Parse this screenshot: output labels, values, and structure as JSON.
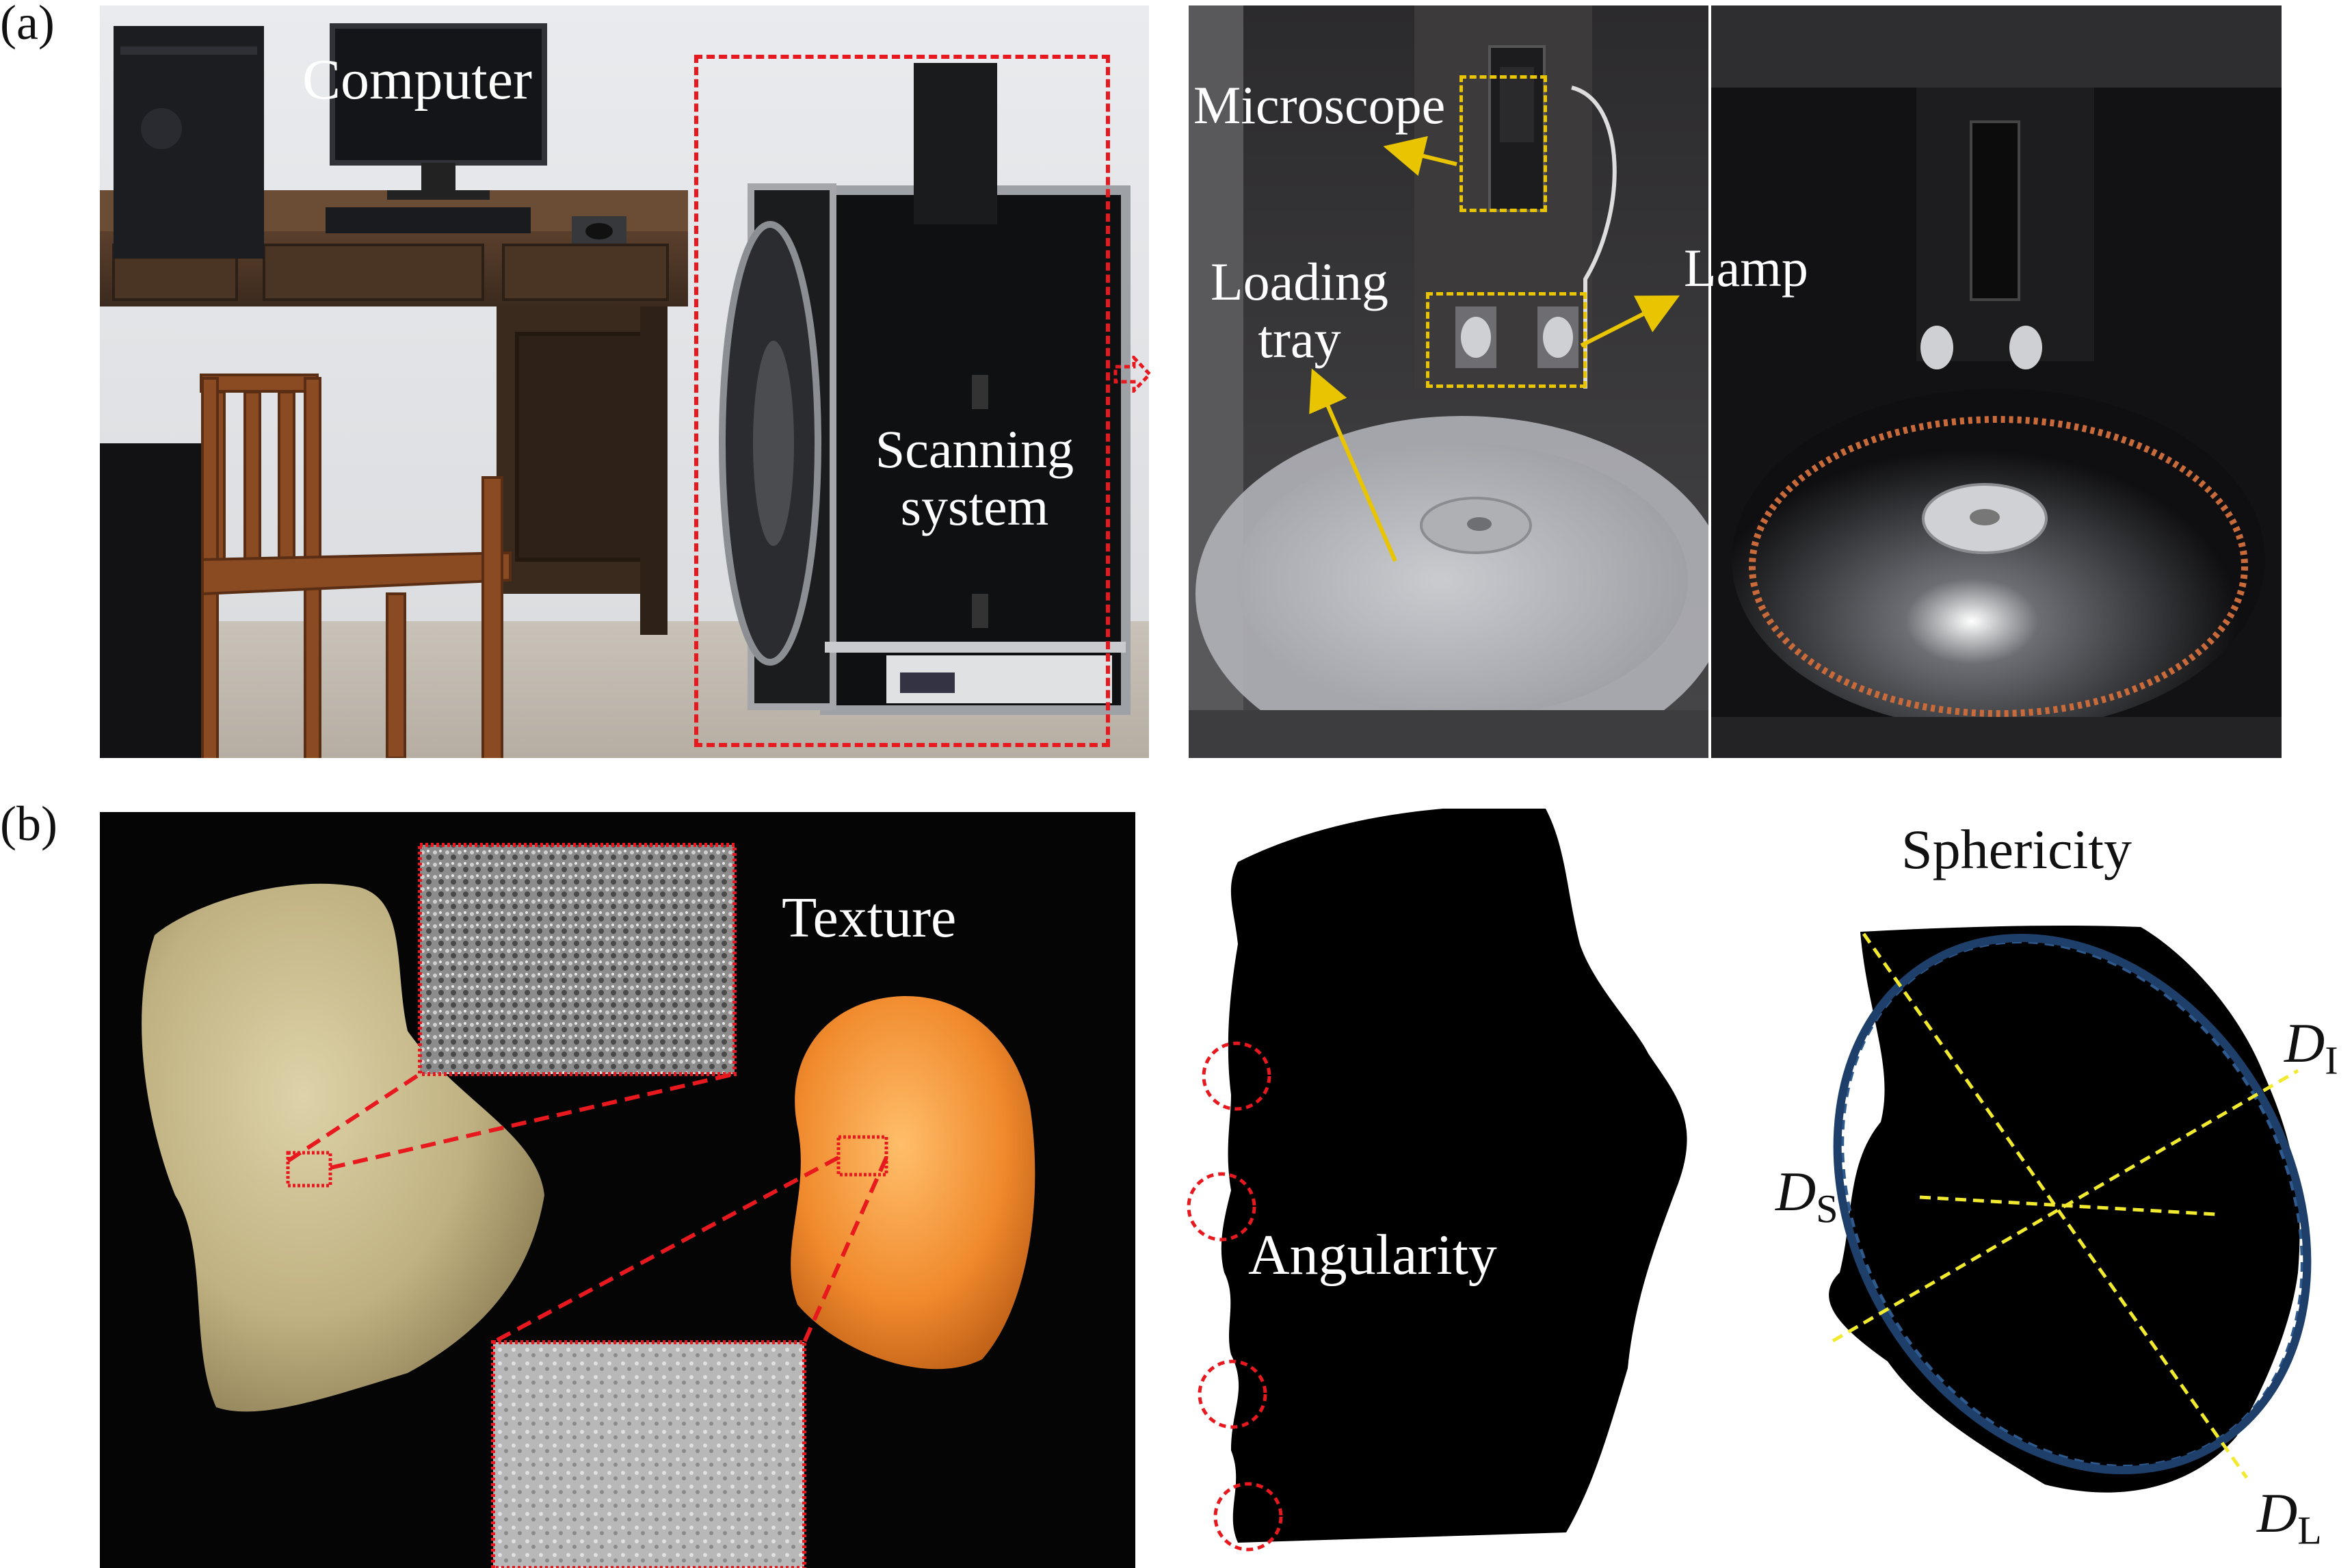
{
  "panel_a": {
    "label": "(a)",
    "computer_label": "Computer",
    "scanning_label_line1": "Scanning",
    "scanning_label_line2": "system",
    "microscope_label": "Microscope",
    "loading_label_line1": "Loading",
    "loading_label_line2": "tray",
    "lamp_label": "Lamp"
  },
  "panel_b": {
    "label": "(b)",
    "texture_label": "Texture",
    "angularity_label": "Angularity",
    "sphericity_label": "Sphericity",
    "d_i_main": "D",
    "d_i_sub": "I",
    "d_s_main": "D",
    "d_s_sub": "S",
    "d_l_main": "D",
    "d_l_sub": "L"
  },
  "colors": {
    "annotation_red": "#e8191e",
    "annotation_yellow": "#e9c400",
    "ellipse_blue": "#1f3f6b",
    "axis_yellow": "#f2ea2e"
  }
}
